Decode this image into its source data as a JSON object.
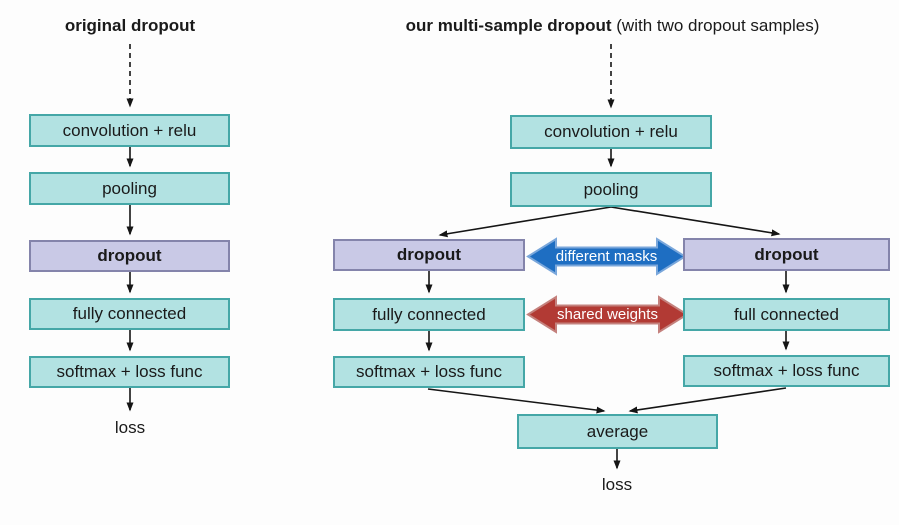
{
  "colors": {
    "background": "#fdfdfd",
    "text_color": "#1a1a1a",
    "line_color": "#151515",
    "box_teal_fill": "#b2e2e2",
    "box_teal_border": "#45a7a7",
    "box_purple_fill": "#c9c9e6",
    "box_purple_border": "#8484ab",
    "arrow_blue_fill": "#1e6ec2",
    "arrow_blue_edge": "#7aa7db",
    "arrow_red_fill": "#b23a34",
    "arrow_red_edge": "#c4817d",
    "connector_text": "#ffffff"
  },
  "left_diagram": {
    "title": "original dropout",
    "boxes": [
      {
        "label": "convolution + relu"
      },
      {
        "label": "pooling"
      },
      {
        "label": "dropout"
      },
      {
        "label": "fully connected"
      },
      {
        "label": "softmax + loss func"
      }
    ],
    "output_label": "loss"
  },
  "right_diagram": {
    "title_bold": "our multi-sample dropout",
    "title_regular": "(with two dropout samples)",
    "shared_boxes": [
      {
        "label": "convolution + relu"
      },
      {
        "label": "pooling"
      }
    ],
    "left_branch": [
      {
        "label": "dropout"
      },
      {
        "label": "fully connected"
      },
      {
        "label": "softmax + loss func"
      }
    ],
    "right_branch": [
      {
        "label": "dropout"
      },
      {
        "label": "full connected"
      },
      {
        "label": "softmax + loss func"
      }
    ],
    "different_masks_label": "different masks",
    "shared_weights_label": "shared weights",
    "average_label": "average",
    "output_label": "loss"
  }
}
